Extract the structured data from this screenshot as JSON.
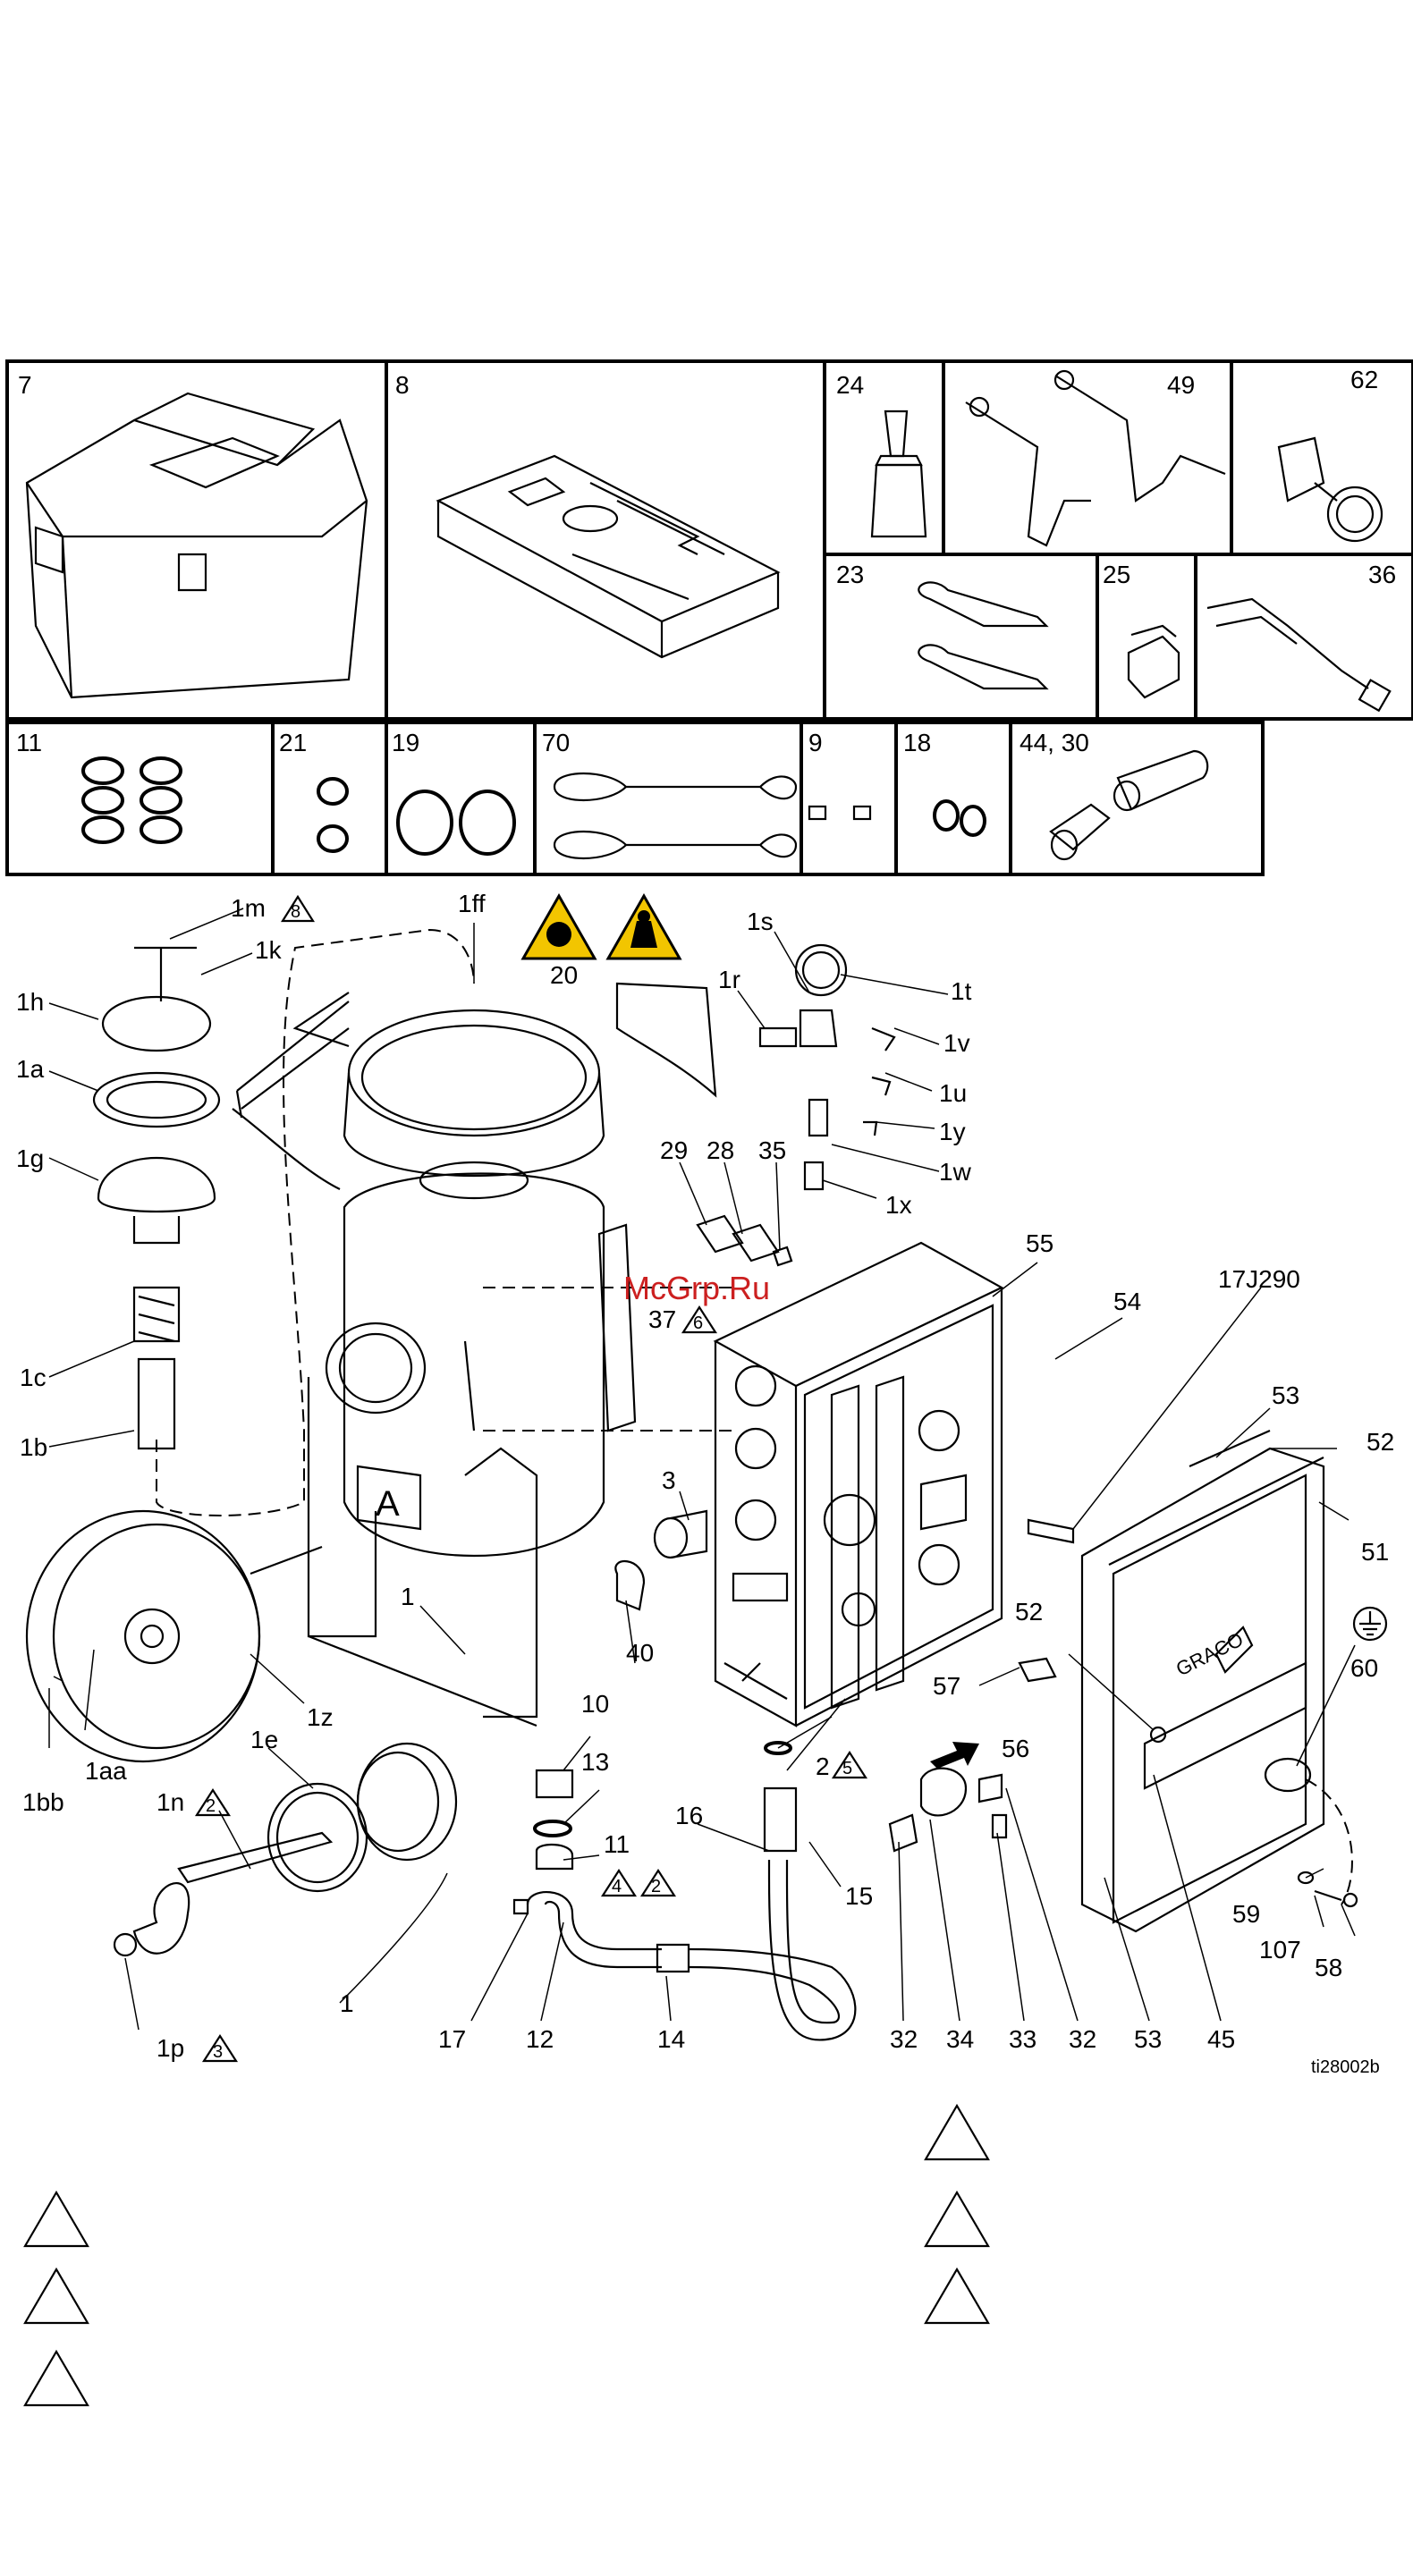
{
  "watermark": "McGrp.Ru",
  "figure_code": "ti28002b",
  "graco_logo": "GRACO",
  "tank_mark": "A",
  "ground_symbol": "ground-icon",
  "kit_cells": {
    "c7": "7",
    "c8": "8",
    "c24": "24",
    "c49": "49",
    "c62": "62",
    "c23": "23",
    "c25": "25",
    "c36": "36",
    "c11": "11",
    "c21": "21",
    "c19": "19",
    "c70": "70",
    "c9": "9",
    "c18": "18",
    "c44_30": "44, 30"
  },
  "callouts": {
    "l1m": "1m",
    "t8": "8",
    "l1k": "1k",
    "l1h": "1h",
    "l1a": "1a",
    "l1g": "1g",
    "l1c": "1c",
    "l1b": "1b",
    "l1ff": "1ff",
    "l20": "20",
    "l1s": "1s",
    "l1r": "1r",
    "l1t": "1t",
    "l1v": "1v",
    "l1u": "1u",
    "l1y": "1y",
    "l1w": "1w",
    "l1x": "1x",
    "l29": "29",
    "l28": "28",
    "l35": "35",
    "l55": "55",
    "l54": "54",
    "l17J290": "17J290",
    "l37": "37",
    "t6": "6",
    "l53a": "53",
    "l52a": "52",
    "l51": "51",
    "l3": "3",
    "l1a2": "1",
    "l40": "40",
    "l52b": "52",
    "l60": "60",
    "l57": "57",
    "l1z": "1z",
    "l1e": "1e",
    "l10": "10",
    "l13": "13",
    "l11": "11",
    "t4": "4",
    "t2b": "2",
    "l2": "2",
    "t5": "5",
    "l56": "56",
    "l16": "16",
    "l1bb": "1bb",
    "l1aa": "1aa",
    "l1n": "1n",
    "t2a": "2",
    "l15": "15",
    "l59": "59",
    "l107": "107",
    "l58": "58",
    "l1b2": "1",
    "l17": "17",
    "l12": "12",
    "l14": "14",
    "l32a": "32",
    "l34": "34",
    "l33": "33",
    "l32b": "32",
    "l53b": "53",
    "l45": "45",
    "l1p": "1p",
    "t3": "3"
  }
}
